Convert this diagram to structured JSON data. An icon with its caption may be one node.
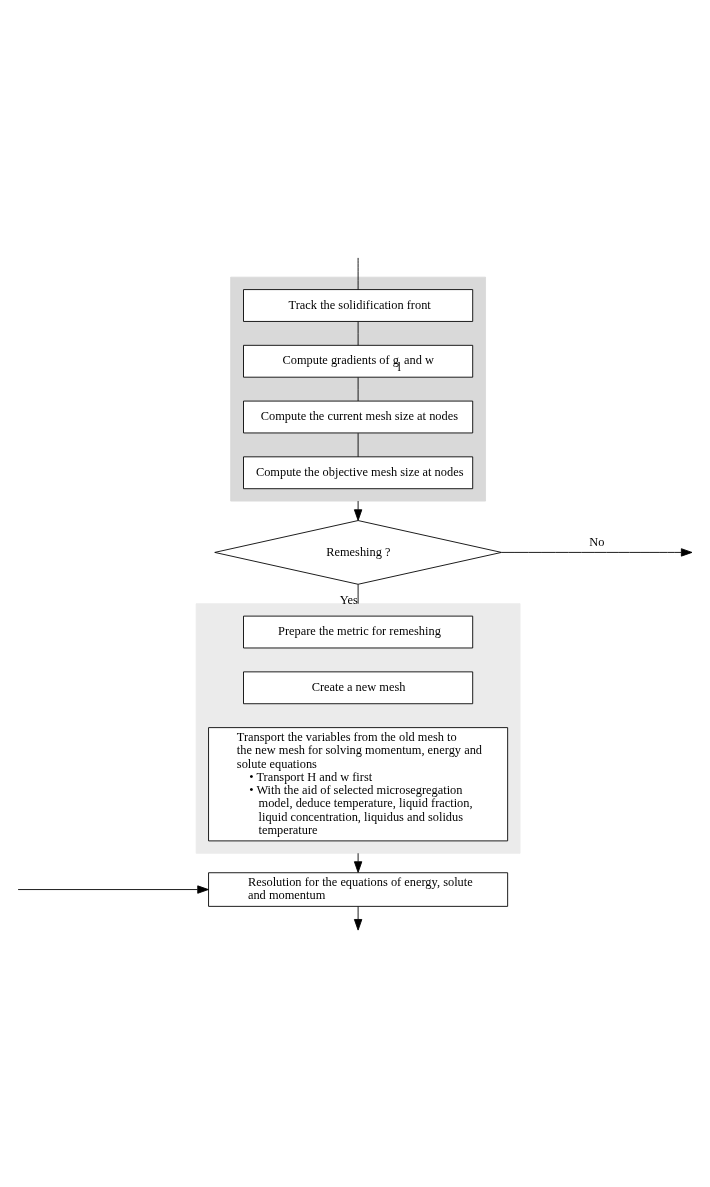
{
  "diagram": {
    "nodes": [
      {
        "text": [],
        "shape": "box"
      },
      {
        "text": [
          "Track the solidification front"
        ],
        "in": 0
      },
      {
        "text": [
          "Compute gradients of g$_{l}$ and w"
        ],
        "in": 0
      },
      {
        "text": [
          "Compute the current mesh size at nodes"
        ],
        "in": 0
      },
      {
        "text": [
          "Compute the objective mesh size at nodes"
        ],
        "in": 0
      },
      {
        "text": [
          "Remeshing ?"
        ]
      },
      {
        "text": [],
        "shape": "box"
      },
      {
        "text": [
          "Prepare the metric for remeshing"
        ],
        "in": 6
      },
      {
        "text": [
          "Create a new mesh"
        ],
        "in": 6
      },
      {
        "text": [
          "Transport the variables from the old mesh to the new mesh for solving momentum, energy and solute equations",
          "• Transport H and w first",
          "• With the aid of selected microsegregation model, deduce temperature, liquid fraction, liquid concentration, liquidus and solidus temperature"
        ],
        "in": 6
      },
      {
        "text": [
          "Resolution for the equations of energy, solute and momentum"
        ]
      }
    ],
    "edges": [
      {
        "from": null,
        "to": 1,
        "arrow": "none"
      },
      {
        "from": 1,
        "to": 2,
        "arrow": "none"
      },
      {
        "from": 2,
        "to": 3,
        "arrow": "none"
      },
      {
        "from": 3,
        "to": 4,
        "arrow": "none"
      },
      {
        "from": 0,
        "to": 5,
        "arrow": "to"
      },
      {
        "from": 5,
        "to": null,
        "label": "No",
        "arrow": "to"
      },
      {
        "from": 5,
        "to": 6,
        "label": "Yes",
        "arrow": "none"
      },
      {
        "from": null,
        "to": 10,
        "arrow": "to"
      },
      {
        "from": 6,
        "to": 10,
        "arrow": "to"
      },
      {
        "from": 10,
        "to": null,
        "arrow": "to"
      }
    ]
  }
}
